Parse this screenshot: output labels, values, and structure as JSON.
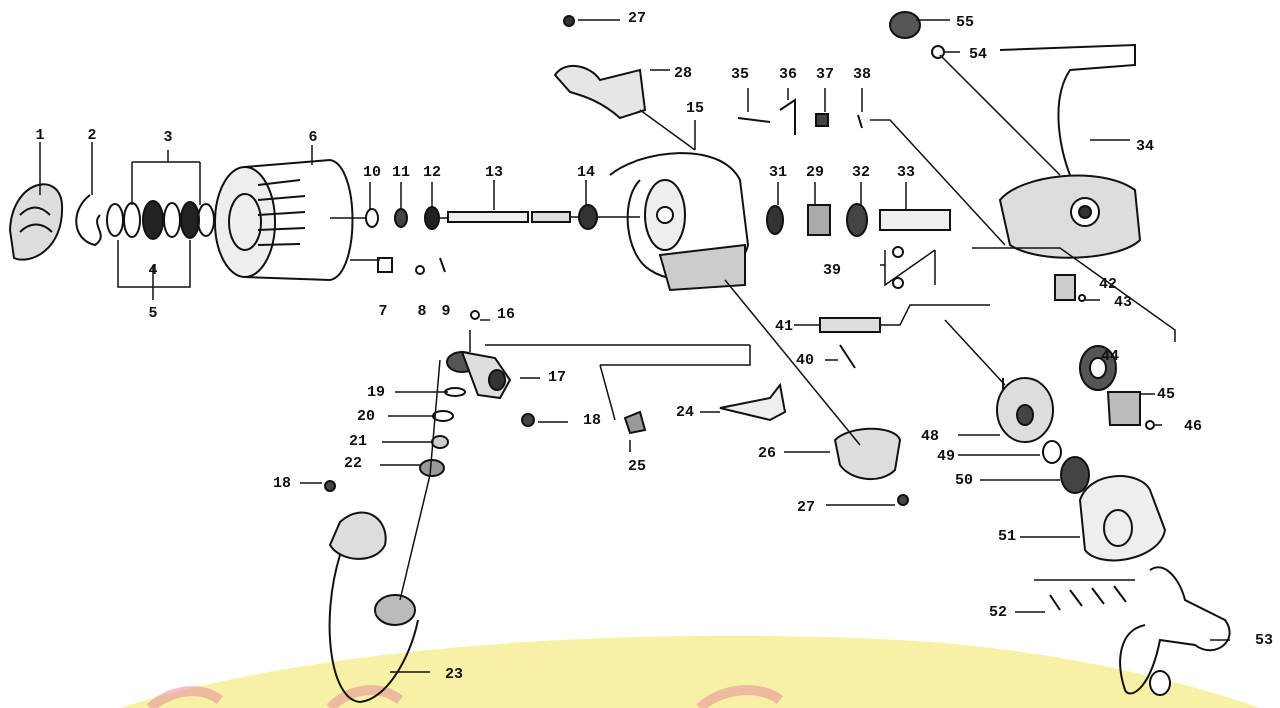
{
  "diagram": {
    "callouts": [
      {
        "id": "c1",
        "text": "1"
      },
      {
        "id": "c2",
        "text": "2"
      },
      {
        "id": "c3",
        "text": "3"
      },
      {
        "id": "c4",
        "text": "4"
      },
      {
        "id": "c5",
        "text": "5"
      },
      {
        "id": "c6",
        "text": "6"
      },
      {
        "id": "c7",
        "text": "7"
      },
      {
        "id": "c8",
        "text": "8"
      },
      {
        "id": "c9",
        "text": "9"
      },
      {
        "id": "c10",
        "text": "10"
      },
      {
        "id": "c11",
        "text": "11"
      },
      {
        "id": "c12",
        "text": "12"
      },
      {
        "id": "c13",
        "text": "13"
      },
      {
        "id": "c14",
        "text": "14"
      },
      {
        "id": "c15",
        "text": "15"
      },
      {
        "id": "c16",
        "text": "16"
      },
      {
        "id": "c17",
        "text": "17"
      },
      {
        "id": "c18a",
        "text": "18"
      },
      {
        "id": "c18b",
        "text": "18"
      },
      {
        "id": "c19",
        "text": "19"
      },
      {
        "id": "c20",
        "text": "20"
      },
      {
        "id": "c21",
        "text": "21"
      },
      {
        "id": "c22",
        "text": "22"
      },
      {
        "id": "c23",
        "text": "23"
      },
      {
        "id": "c24",
        "text": "24"
      },
      {
        "id": "c25",
        "text": "25"
      },
      {
        "id": "c26",
        "text": "26"
      },
      {
        "id": "c27a",
        "text": "27"
      },
      {
        "id": "c27b",
        "text": "27"
      },
      {
        "id": "c28",
        "text": "28"
      },
      {
        "id": "c29",
        "text": "29"
      },
      {
        "id": "c31",
        "text": "31"
      },
      {
        "id": "c32",
        "text": "32"
      },
      {
        "id": "c33",
        "text": "33"
      },
      {
        "id": "c34",
        "text": "34"
      },
      {
        "id": "c35",
        "text": "35"
      },
      {
        "id": "c36",
        "text": "36"
      },
      {
        "id": "c37",
        "text": "37"
      },
      {
        "id": "c38",
        "text": "38"
      },
      {
        "id": "c39",
        "text": "39"
      },
      {
        "id": "c40",
        "text": "40"
      },
      {
        "id": "c41",
        "text": "41"
      },
      {
        "id": "c42",
        "text": "42"
      },
      {
        "id": "c43",
        "text": "43"
      },
      {
        "id": "c44",
        "text": "44"
      },
      {
        "id": "c45",
        "text": "45"
      },
      {
        "id": "c46",
        "text": "46"
      },
      {
        "id": "c48",
        "text": "48"
      },
      {
        "id": "c49",
        "text": "49"
      },
      {
        "id": "c50",
        "text": "50"
      },
      {
        "id": "c51",
        "text": "51"
      },
      {
        "id": "c52",
        "text": "52"
      },
      {
        "id": "c53",
        "text": "53"
      },
      {
        "id": "c54",
        "text": "54"
      },
      {
        "id": "c55",
        "text": "55"
      }
    ],
    "colors": {
      "line": "#111111",
      "paper": "#ffffff",
      "watermark_band": "#f6ef95",
      "watermark_accent": "#e58a9a"
    }
  }
}
